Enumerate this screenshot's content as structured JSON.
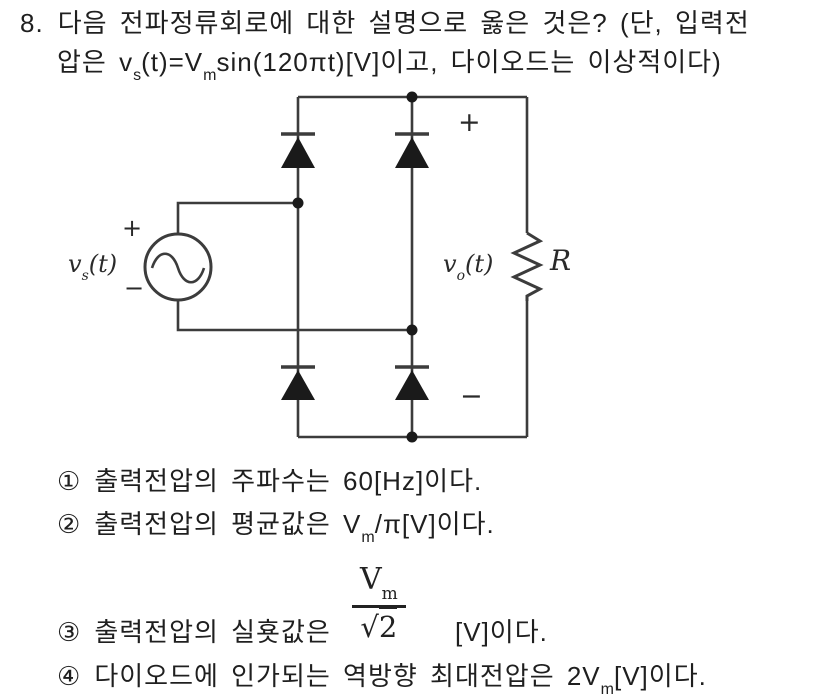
{
  "colors": {
    "background": "#ffffff",
    "text": "#1f1f1f",
    "wire": "#3c3c3c",
    "fill": "#1a1a1a"
  },
  "question": {
    "number": "8.",
    "line1": "다음 전파정류회로에 대한 설명으로 옳은 것은? (단, 입력전",
    "line2_parts": [
      "압은 v",
      "s",
      "(t)=V",
      "m",
      "sin(120πt)[V]이고, 다이오드는 이상적이다)"
    ]
  },
  "circuit": {
    "source_label_parts": [
      "v",
      "s",
      "(t)"
    ],
    "source_plus": "+",
    "source_minus": "−",
    "output_label_parts": [
      "v",
      "o",
      "(t)"
    ],
    "output_plus": "+",
    "output_minus": "−",
    "resistor_label": "R"
  },
  "options": [
    {
      "num": "①",
      "text": "출력전압의 주파수는 60[Hz]이다."
    },
    {
      "num": "②",
      "pre": "출력전압의 평균값은 V",
      "sub": "m",
      "post": "/π[V]이다."
    },
    {
      "num": "③",
      "pre": "출력전압의 실횻값은",
      "post": "[V]이다.",
      "frac": {
        "num_base": "V",
        "num_sub": "m",
        "den_radical": "√",
        "den_value": "2"
      }
    },
    {
      "num": "④",
      "pre": "다이오드에 인가되는 역방향 최대전압은 2V",
      "sub": "m",
      "post": "[V]이다."
    }
  ]
}
